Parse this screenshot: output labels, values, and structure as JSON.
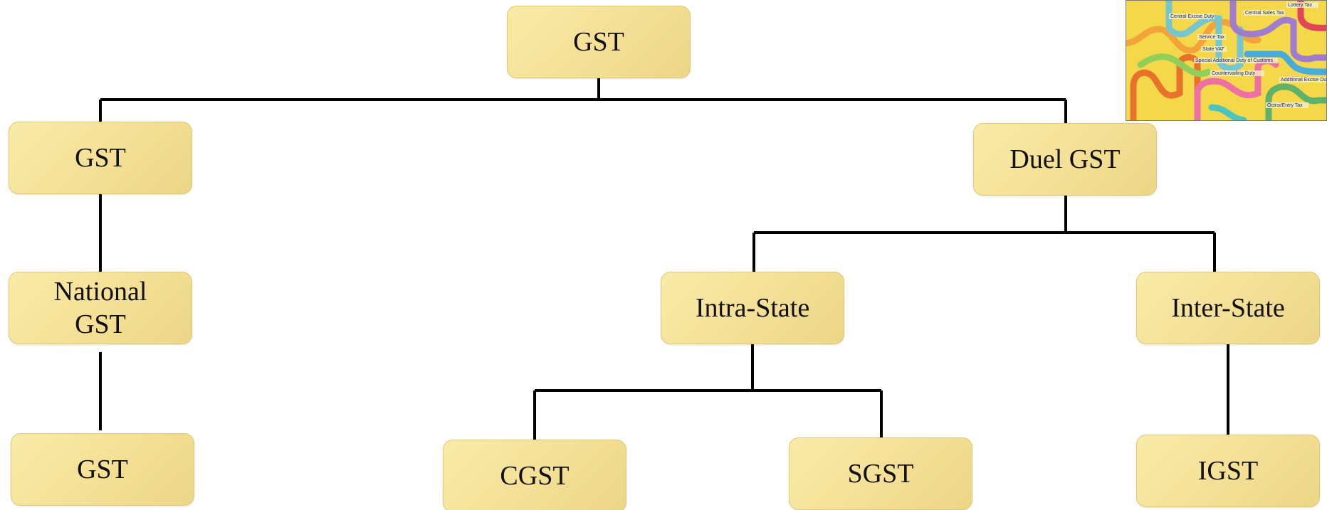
{
  "diagram": {
    "nodes": {
      "root": "GST",
      "single_gst": "GST",
      "national_gst": "National GST",
      "single_gst_bottom": "GST",
      "dual_gst": "Duel GST",
      "intra_state": "Intra-State",
      "inter_state": "Inter-State",
      "cgst": "CGST",
      "sgst": "SGST",
      "igst": "IGST"
    }
  },
  "thumbnail": {
    "labels": [
      "Lottery Tax",
      "Central Excise Duty",
      "Central Sales Tax",
      "Service Tax",
      "State VAT",
      "Special Additional Duty of Customs",
      "Countervailing Duty",
      "Additional Excise Du",
      "Octroi/Entry Tax"
    ]
  },
  "colors": {
    "node_fill": "#f5e198",
    "node_border": "#e0c96e",
    "connector": "#000000",
    "thumbnail_background": "#f4d84a"
  }
}
